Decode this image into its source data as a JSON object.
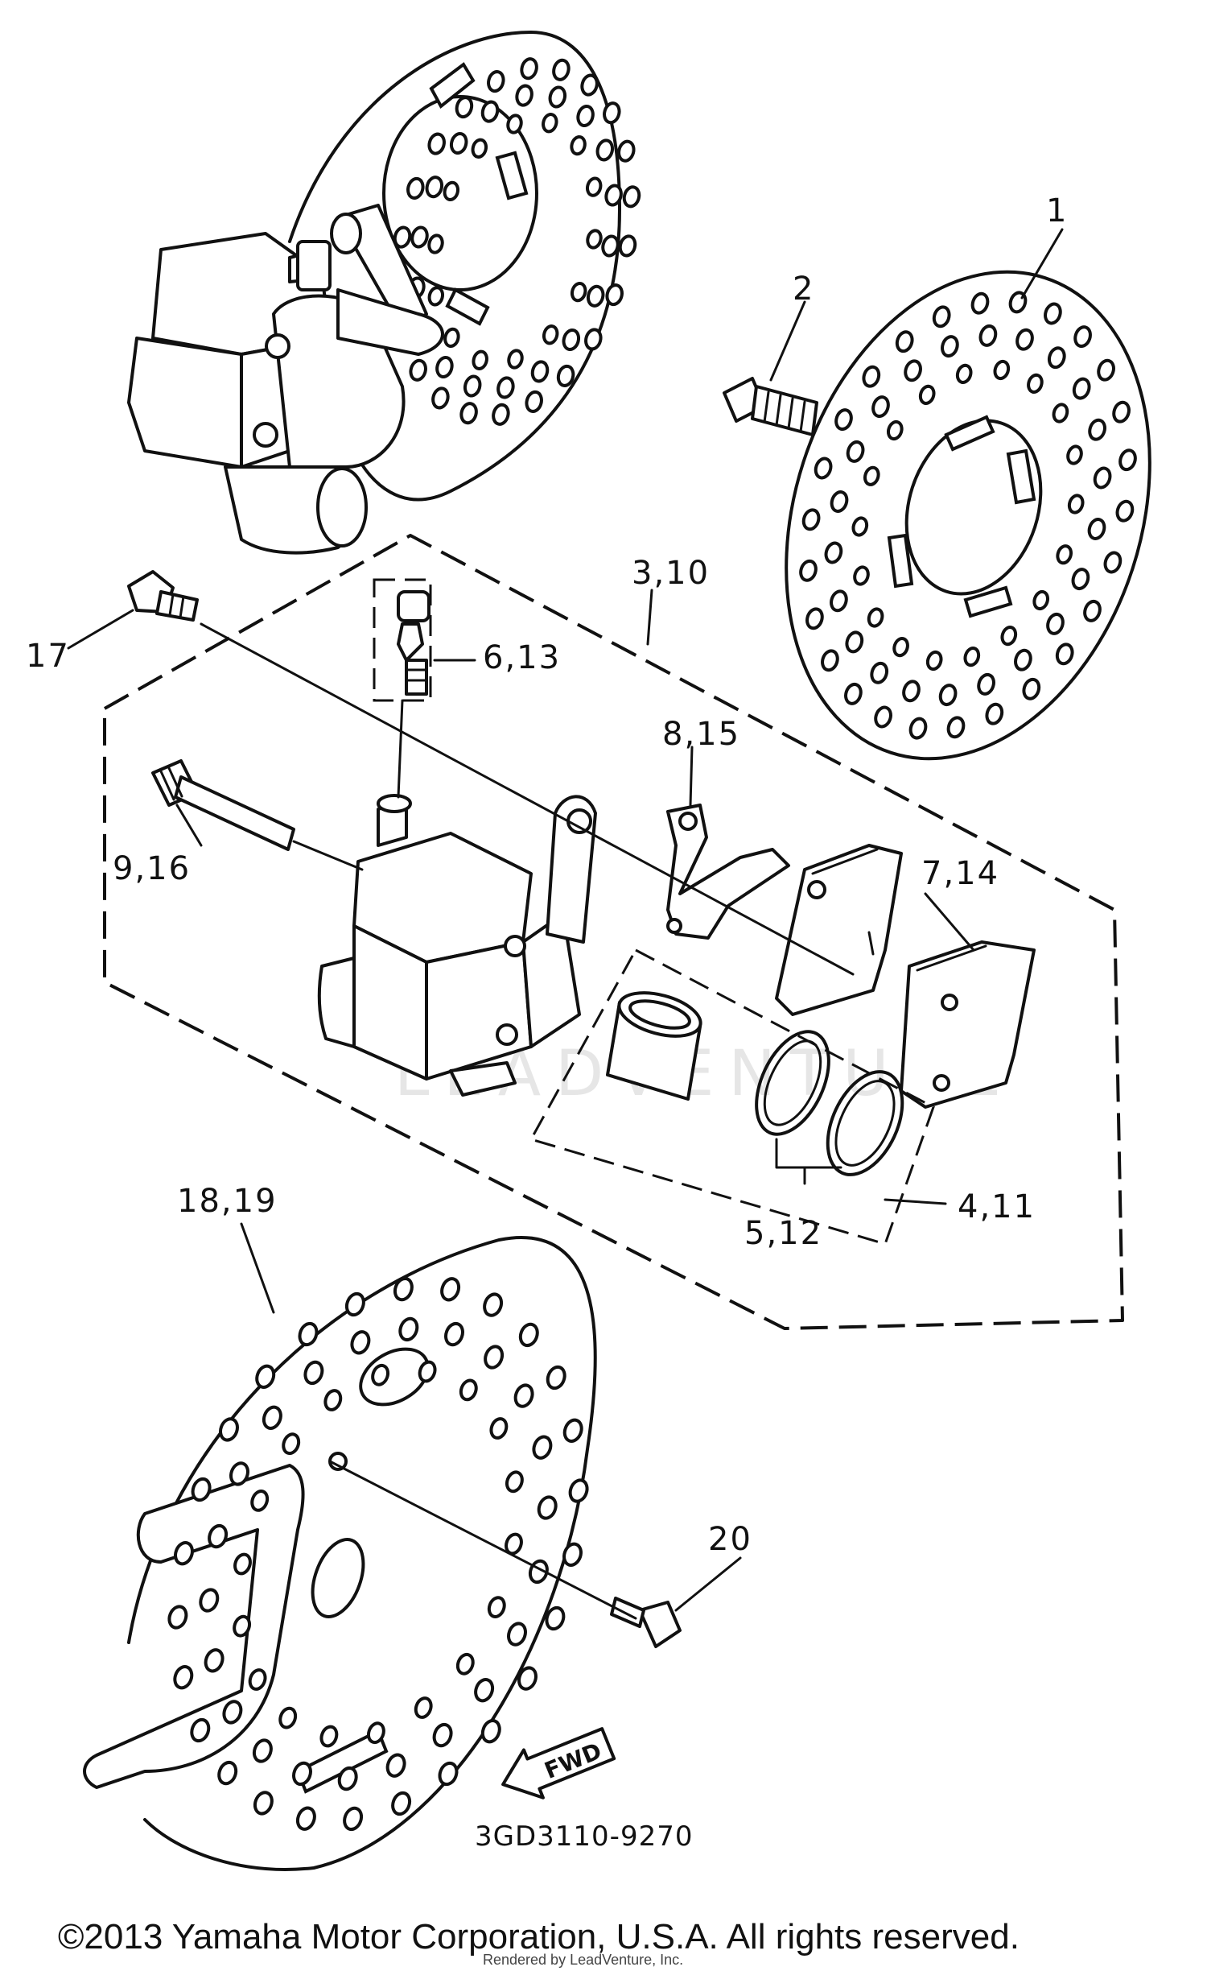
{
  "callouts": [
    {
      "id": "c1",
      "text": "1"
    },
    {
      "id": "c2",
      "text": "2"
    },
    {
      "id": "c3",
      "text": "3,10"
    },
    {
      "id": "c17",
      "text": "17"
    },
    {
      "id": "c6",
      "text": "6,13"
    },
    {
      "id": "c8",
      "text": "8,15"
    },
    {
      "id": "c9",
      "text": "9,16"
    },
    {
      "id": "c7",
      "text": "7,14"
    },
    {
      "id": "c18",
      "text": "18,19"
    },
    {
      "id": "c4",
      "text": "4,11"
    },
    {
      "id": "c5",
      "text": "5,12"
    },
    {
      "id": "c20",
      "text": "20"
    }
  ],
  "direction_label": "FWD",
  "diagram_code": "3GD3110-9270",
  "watermark": "LEADVENTURE",
  "copyright": "©2013 Yamaha Motor Corporation, U.S.A. All rights reserved.",
  "rendered_by": "Rendered by LeadVenture, Inc."
}
